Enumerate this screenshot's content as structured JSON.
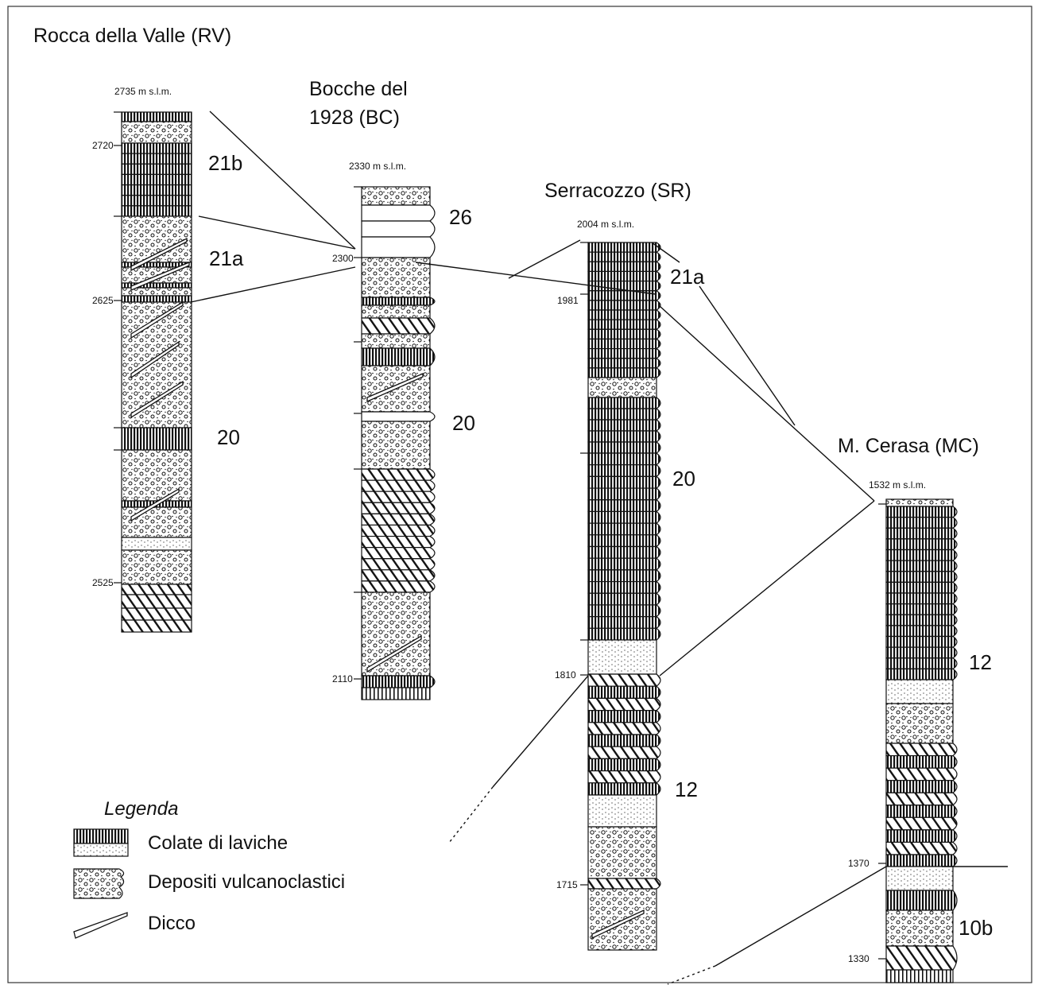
{
  "sections": [
    {
      "id": "rv",
      "title": "Rocca della Valle (RV)",
      "top_label": "2735 m s.l.m.",
      "ticks": [
        "2720",
        "2625",
        "2525"
      ],
      "units": [
        "21b",
        "21a",
        "20"
      ]
    },
    {
      "id": "bc",
      "title_lines": [
        "Bocche del",
        "1928 (BC)"
      ],
      "top_label": "2330 m s.l.m.",
      "ticks": [
        "2300",
        "2110"
      ],
      "units": [
        "26",
        "20"
      ]
    },
    {
      "id": "sr",
      "title": "Serracozzo (SR)",
      "top_label": "2004 m s.l.m.",
      "ticks": [
        "1981",
        "1810",
        "1715"
      ],
      "units": [
        "21a",
        "20",
        "12"
      ]
    },
    {
      "id": "mc",
      "title": "M. Cerasa (MC)",
      "top_label": "1532 m s.l.m.",
      "ticks": [
        "1370",
        "1330"
      ],
      "units": [
        "12",
        "10b"
      ]
    }
  ],
  "legend": {
    "title": "Legenda",
    "items": [
      {
        "label": "Colate di laviche",
        "icon": "lava-flow-swatch"
      },
      {
        "label": "Depositi vulcanoclastici",
        "icon": "volcaniclastic-swatch"
      },
      {
        "label": "Dicco",
        "icon": "dike-swatch"
      }
    ]
  },
  "colors": {
    "ink": "#111111",
    "paper": "#ffffff",
    "frame": "#333333"
  }
}
